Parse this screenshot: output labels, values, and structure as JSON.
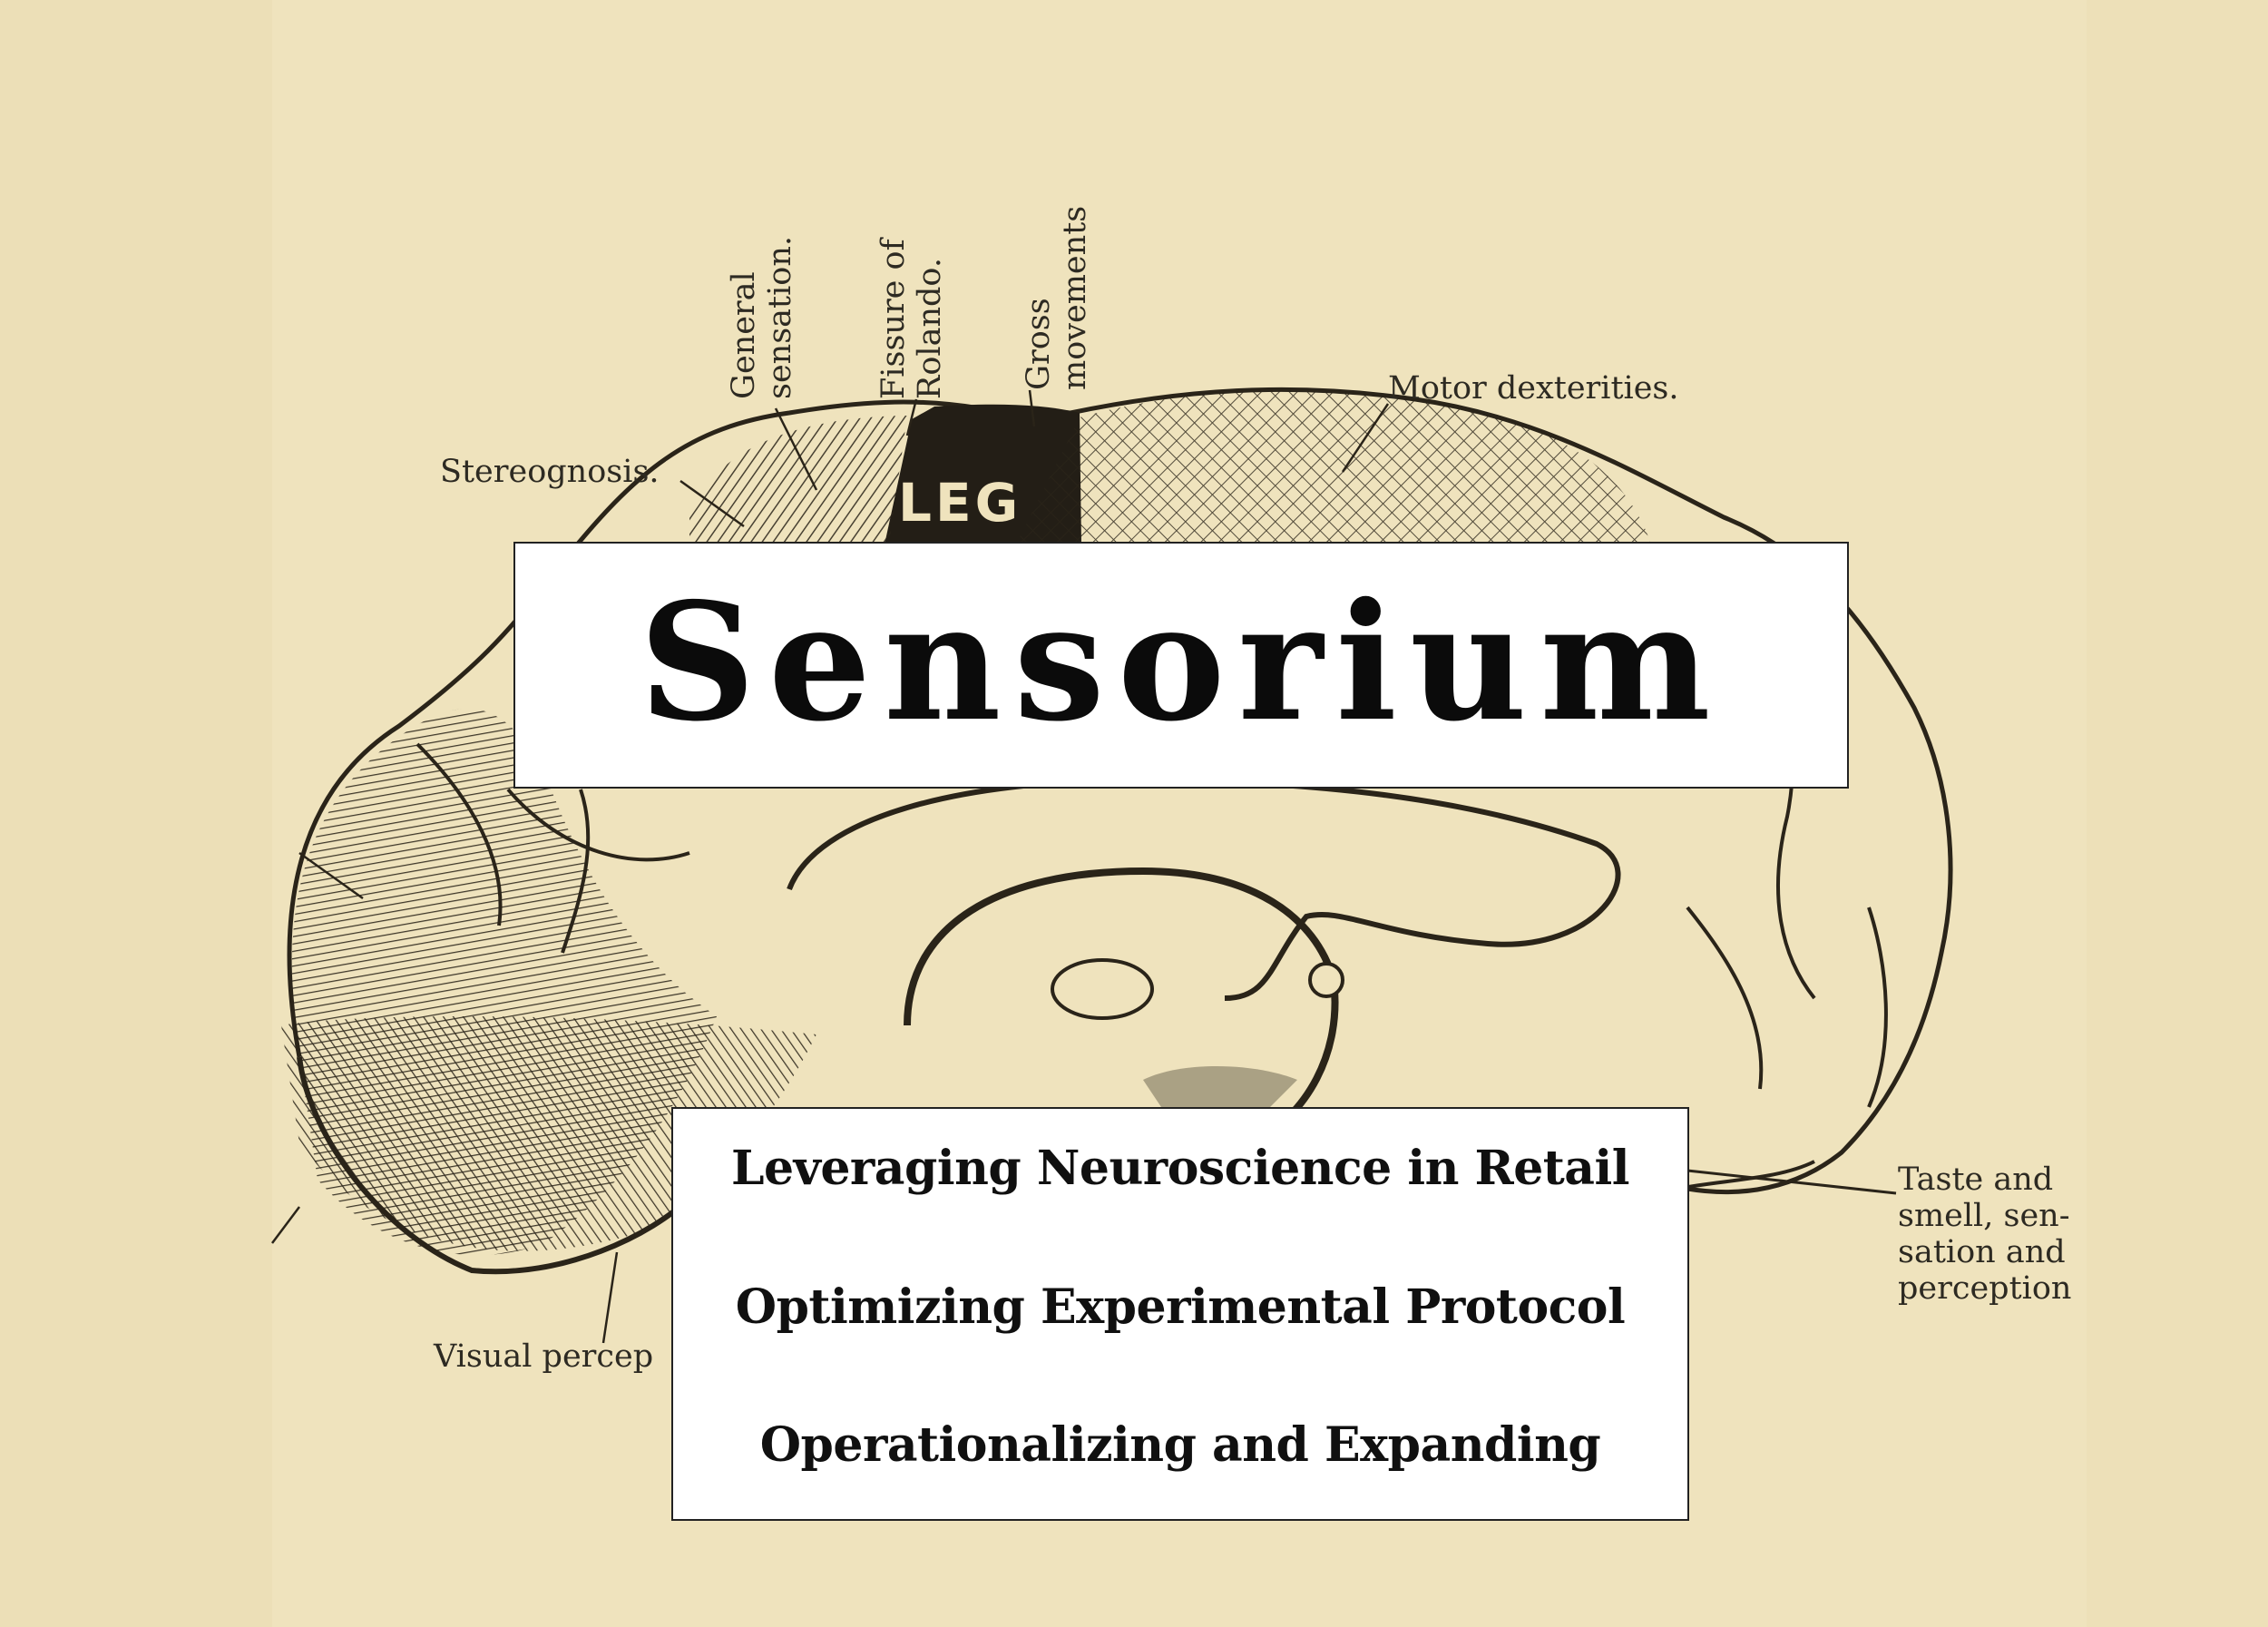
{
  "title": "Sensorium",
  "agenda": [
    "Leveraging Neuroscience in Retail",
    "Optimizing Experimental Protocol",
    "Operationalizing and Expanding"
  ],
  "illustration": {
    "labels": {
      "general_sensation": "General\nsensation.",
      "fissure": "Fissure of\nRolando.",
      "gross_movements": "Gross\nmovements",
      "motor_dexterities": "Motor dexterities.",
      "stereognosis": "Stereognosis.",
      "leg": "LEG",
      "taste_smell": "Taste and\nsmell, sen-\nsation and\nperception",
      "visual": "Visual percep"
    }
  },
  "colors": {
    "paper": "#efe3bd",
    "ink": "#2a2419",
    "box": "#ffffff"
  }
}
